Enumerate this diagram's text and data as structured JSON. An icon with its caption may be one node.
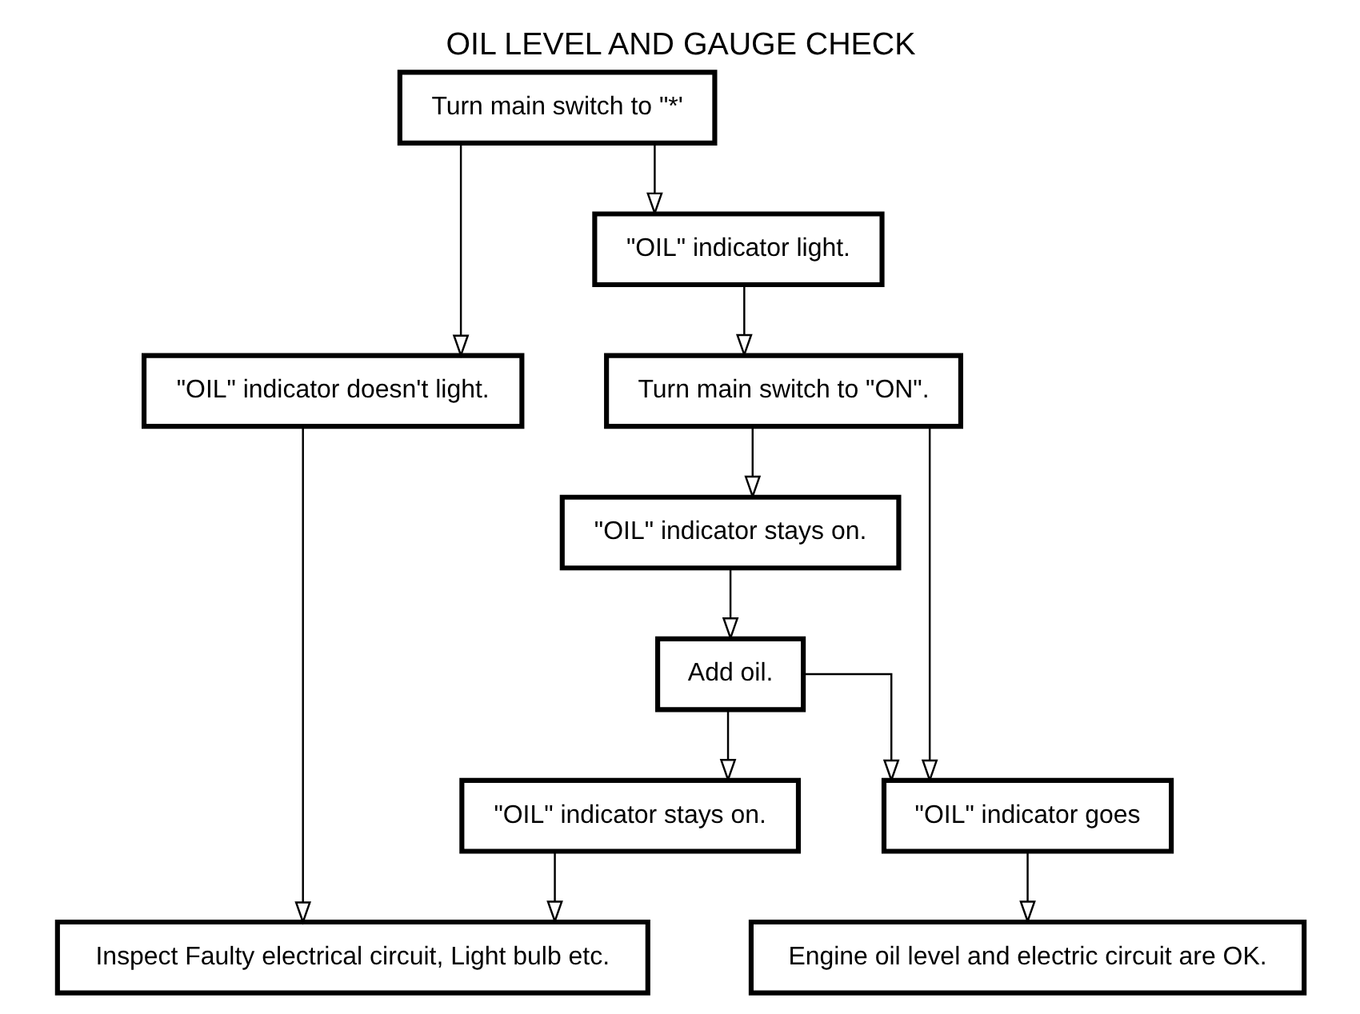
{
  "diagram": {
    "title": "OIL LEVEL AND GAUGE CHECK",
    "nodes": [
      {
        "text": [
          "Turn main switch to \"*'"
        ]
      },
      {
        "text": [
          "\"OIL\" indicator doesn't light."
        ]
      },
      {
        "text": [
          "\"OIL\" indicator light."
        ]
      },
      {
        "text": [
          "Turn main switch to \"ON\"."
        ]
      },
      {
        "text": [
          "\"OIL\" indicator goes"
        ]
      },
      {
        "text": [
          "\"OIL\" indicator stays on."
        ]
      },
      {
        "text": [
          "Inspect Faulty electrical circuit, Light bulb etc."
        ]
      },
      {
        "text": [
          "Engine oil level and electric circuit are OK."
        ]
      },
      {
        "text": [
          "Add oil."
        ]
      },
      {
        "text": [
          "\"OIL\" indicator stays on."
        ]
      }
    ],
    "edges": [
      {
        "from": 0,
        "to": 1,
        "arrow": "to"
      },
      {
        "from": 0,
        "to": 2,
        "arrow": "to"
      },
      {
        "from": 2,
        "to": 3,
        "arrow": "to"
      },
      {
        "from": 3,
        "to": 4,
        "arrow": "to"
      },
      {
        "from": 3,
        "to": 5,
        "arrow": "to"
      },
      {
        "from": 1,
        "to": 6,
        "arrow": "to"
      },
      {
        "from": 4,
        "to": 7,
        "arrow": "to"
      },
      {
        "from": 5,
        "to": 8,
        "arrow": "to"
      },
      {
        "from": 8,
        "to": 4,
        "arrow": "to"
      },
      {
        "from": 8,
        "to": 9,
        "arrow": "to"
      },
      {
        "from": 9,
        "to": 6,
        "arrow": "to"
      }
    ]
  }
}
